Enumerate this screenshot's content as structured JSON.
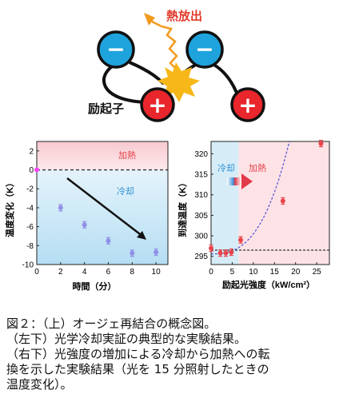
{
  "concept": {
    "heat_label": "熱放出",
    "exciton_label": "励起子",
    "minus_symbol": "−",
    "plus_symbol": "+",
    "colors": {
      "minus": "#1fa3dc",
      "plus": "#e8262b",
      "heat": "#f39a1e",
      "burst": "#f7b719"
    }
  },
  "chart_data": [
    {
      "type": "scatter",
      "xlabel": "時間（分）",
      "ylabel": "温度変化（K）",
      "xlim": [
        0,
        11
      ],
      "ylim": [
        -10,
        3
      ],
      "x_ticks": [
        "0",
        "2",
        "4",
        "6",
        "8",
        "10"
      ],
      "y_ticks": [
        "2",
        "0",
        "-2",
        "-4",
        "-6",
        "-8",
        "-10"
      ],
      "region_labels": {
        "heating": "加熱",
        "cooling": "冷却"
      },
      "series": [
        {
          "marker": "start",
          "color": "#ff44ff",
          "points": [
            [
              0,
              0
            ]
          ]
        },
        {
          "marker": "cool",
          "color": "#8f8fe6",
          "points": [
            [
              2,
              -4.0
            ],
            [
              4,
              -5.8
            ],
            [
              6,
              -7.5
            ],
            [
              8,
              -8.8
            ],
            [
              10,
              -8.7
            ]
          ]
        }
      ],
      "zero_line": 0
    },
    {
      "type": "scatter",
      "xlabel": "励起光強度（kW/cm²）",
      "ylabel": "到達温度（K）",
      "xlim": [
        0,
        28
      ],
      "ylim": [
        293,
        323
      ],
      "x_ticks": [
        "0",
        "5",
        "10",
        "15",
        "20",
        "25"
      ],
      "y_ticks": [
        "320",
        "315",
        "310",
        "305",
        "300",
        "295"
      ],
      "region_labels": {
        "cooling": "冷却",
        "heating": "加熱"
      },
      "points": [
        [
          0,
          297
        ],
        [
          2.2,
          295.8
        ],
        [
          3.5,
          295.8
        ],
        [
          4.8,
          296
        ],
        [
          7,
          299
        ],
        [
          17,
          308.5
        ],
        [
          26,
          322.5
        ]
      ],
      "reference_line": 296.5,
      "fit": "quadratic"
    }
  ],
  "caption": [
    "図２：（上）オージェ再結合の概念図。",
    "（左下）光学冷却実証の典型的な実験結果。",
    "（右下）光強度の増加による冷却から加熱への転",
    "換を示した実験結果（光を 15 分照射したときの",
    "温度変化）。"
  ]
}
